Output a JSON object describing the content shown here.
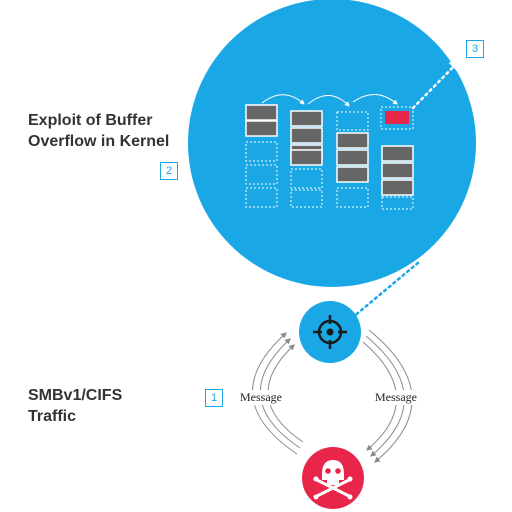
{
  "labels": {
    "exploit_line1": "Exploit of Buffer",
    "exploit_line2": "Overflow in Kernel",
    "traffic_line1": "SMBv1/CIFS",
    "traffic_line2": "Traffic"
  },
  "steps": [
    "1",
    "2",
    "3"
  ],
  "messages": {
    "left": "Message",
    "right": "Message"
  },
  "icons": {
    "server": "crosshair-target-icon",
    "attacker": "skull-crossbones-icon"
  },
  "colors": {
    "circle": "#1aa7e6",
    "block": "#666666",
    "highlight": "#e8264a",
    "attacker": "#e8264a",
    "arrows": "#8a8a8a"
  }
}
